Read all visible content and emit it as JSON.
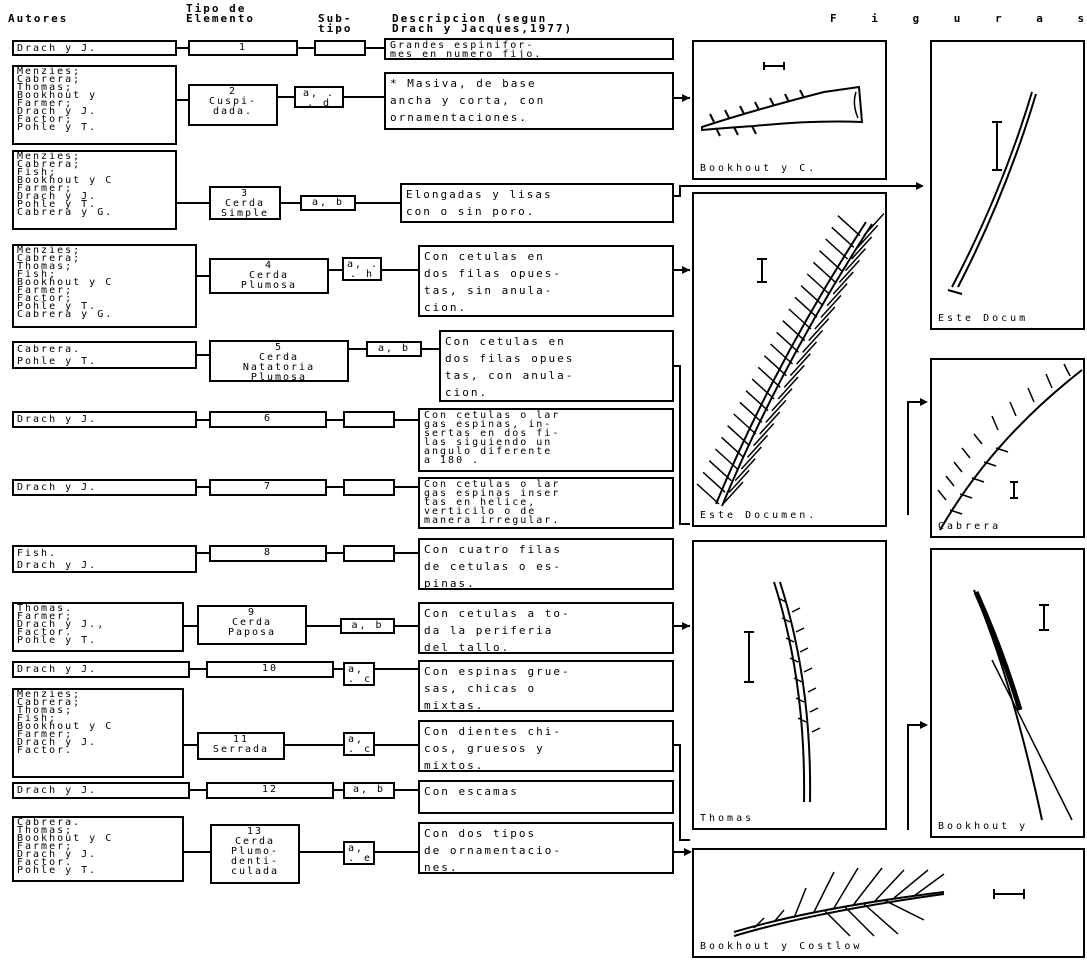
{
  "headers": {
    "autores": "Autores",
    "tipo": "Tipo de\nElemento",
    "subtipo": "Sub-\ntipo",
    "descripcion": "Descripcion (segun\nDrach y Jacques,1977)",
    "figuras": "F i g u r a s"
  },
  "rows": [
    {
      "authors": "Drach y J.",
      "tipo": "1",
      "sub": "",
      "desc": "Grandes espinifor-\nmes en numero fijo."
    },
    {
      "authors": "Menzies;\nCabrera;\nThomas;\nBookhout y\nFarmer;\nDrach y J.\nFactor;\nPohle y T.",
      "tipo": "2\nCuspi-\ndada.",
      "sub": "a, .\n. d",
      "desc": "* Masiva, de base\nancha y corta, con\nornamentaciones."
    },
    {
      "authors": "Menzies;\nCabrera;\nFish;\nBookhout y C\nFarmer;\nDrach y J.\nPohle y T.\nCabrera y G.",
      "tipo": "3\nCerda\nSimple",
      "sub": "a, b",
      "desc": "Elongadas y lisas\ncon o sin poro."
    },
    {
      "authors": "Menzies;\nCabrera;\nThomas;\nFish;\nBookhout y C\nFarmer;\nFactor;\nPohle y T.\nCabrera y G.",
      "tipo": "4\nCerda\nPlumosa",
      "sub": "a, .\n. h",
      "desc": "Con cetulas en\ndos filas opues-\ntas, sin anula-\ncion."
    },
    {
      "authors": "Cabrera.\nPohle y T.",
      "tipo": "5\nCerda\nNatatoria\nPlumosa",
      "sub": "a, b",
      "desc": "Con cetulas en\ndos filas opues\ntas, con anula-\ncion."
    },
    {
      "authors": "Drach y J.",
      "tipo": "6",
      "sub": "",
      "desc": "Con cetulas o lar\ngas espinas, in-\nsertas en dos fi-\nlas siguiendo un\nangulo diferente\na 180 ."
    },
    {
      "authors": "Drach y J.",
      "tipo": "7",
      "sub": "",
      "desc": "Con cetulas o lar\ngas espinas inser\ntas en helice,\nverticilo o de\nmanera irregular."
    },
    {
      "authors": "Fish.\nDrach y J.",
      "tipo": "8",
      "sub": "",
      "desc": "Con cuatro filas\nde cetulas o es-\npinas."
    },
    {
      "authors": "Thomas.\nFarmer;\nDrach y J.,\nFactor.\nPohle y T.",
      "tipo": "9\nCerda\nPaposa",
      "sub": "a, b",
      "desc": "Con cetulas a to-\nda la periferia\ndel tallo."
    },
    {
      "authors": "Drach y J.",
      "tipo": "10",
      "sub": "a, .\n. c",
      "desc": "Con espinas grue-\nsas, chicas o\nmixtas."
    },
    {
      "authors": "Menzies;\nCabrera;\nThomas;\nFish;\nBookhout y C\nFarmer;\nDrach y J.\nFactor.",
      "tipo": "11\nSerrada",
      "sub": "a, .\n. c",
      "desc": "Con dientes chi-\ncos, gruesos y\nmixtos."
    },
    {
      "authors": "Drach y J.",
      "tipo": "12",
      "sub": "a, b",
      "desc": "Con escamas"
    },
    {
      "authors": "Cabrera.\nThomas;\nBookhout y C\nFarmer;\nDrach y J.\nFactor.\nPohle y T.",
      "tipo": "13\nCerda\nPlumo-\ndenti-\nculada",
      "sub": "a, .\n. e",
      "desc": "Con dos tipos\nde ornamentacio-\nnes."
    }
  ],
  "figures": [
    {
      "caption": "Bookhout y C."
    },
    {
      "caption": "Este Docum"
    },
    {
      "caption": "Este Documen."
    },
    {
      "caption": "Cabrera"
    },
    {
      "caption": "Thomas"
    },
    {
      "caption": "Bookhout y"
    },
    {
      "caption": "Bookhout y Costlow"
    }
  ]
}
